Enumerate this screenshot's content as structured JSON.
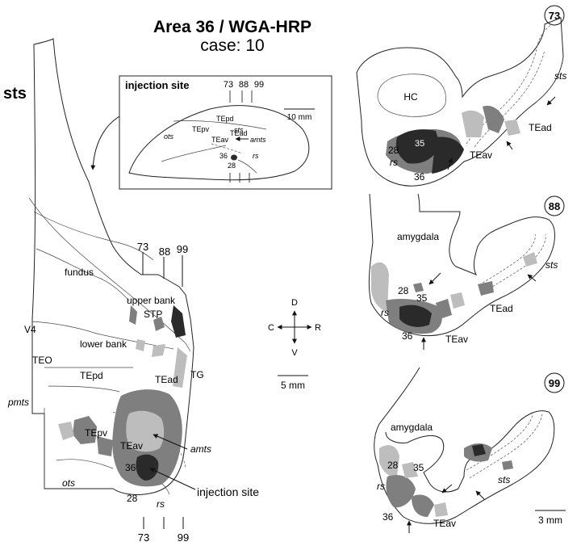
{
  "title": "Area 36 / WGA-HRP",
  "subtitle": "case: 10",
  "colors": {
    "light_label": "#bdbdbd",
    "medium_label": "#7f7f7f",
    "dense_label": "#2a2a2a"
  },
  "flatmap": {
    "sts": "sts",
    "section_ticks_top": [
      "73",
      "88",
      "99"
    ],
    "section_ticks_bottom": [
      "73",
      "99"
    ],
    "labels": {
      "fundus": "fundus",
      "upper_bank": "upper bank",
      "stp": "STP",
      "v4": "V4",
      "lower_bank": "lower bank",
      "teo": "TEO",
      "tepd": "TEpd",
      "tead": "TEad",
      "tg": "TG",
      "pmts": "pmts",
      "tepv": "TEpv",
      "teav": "TEav",
      "amts": "amts",
      "a36": "36",
      "ots": "ots",
      "a28": "28",
      "rs": "rs",
      "injection_site": "injection site"
    }
  },
  "inset": {
    "title": "injection site",
    "ticks": [
      "73",
      "88",
      "99"
    ],
    "scale": "10 mm",
    "labels": {
      "tepd": "TEpd",
      "sts": "sts",
      "tepv": "TEpv",
      "tead": "TEad",
      "ots": "ots",
      "teav": "TEav",
      "amts": "amts",
      "a36": "36",
      "rs": "rs",
      "a28": "28"
    }
  },
  "compass": {
    "d": "D",
    "v": "V",
    "c": "C",
    "r": "R"
  },
  "scale_main": "5 mm",
  "scale_sections": "3 mm",
  "sections": [
    {
      "number": "73",
      "labels": {
        "hc": "HC",
        "sts": "sts",
        "tead": "TEad",
        "a35": "35",
        "a28": "28",
        "teav": "TEav",
        "rs": "rs",
        "a36": "36"
      }
    },
    {
      "number": "88",
      "labels": {
        "amygdala": "amygdala",
        "sts": "sts",
        "a28": "28",
        "a35": "35",
        "rs": "rs",
        "tead": "TEad",
        "a36": "36",
        "teav": "TEav"
      }
    },
    {
      "number": "99",
      "labels": {
        "amygdala": "amygdala",
        "a28": "28",
        "a35": "35",
        "rs": "rs",
        "sts": "sts",
        "a36": "36",
        "teav": "TEav"
      }
    }
  ]
}
